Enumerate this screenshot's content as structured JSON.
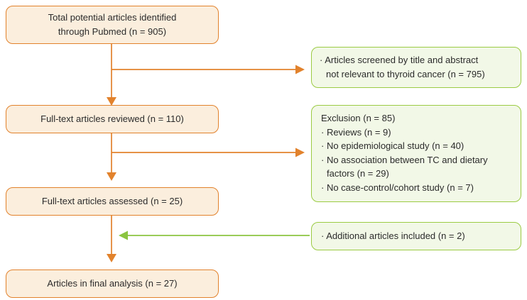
{
  "colors": {
    "orange_border": "#E2822C",
    "orange_fill": "#FBEEDD",
    "arrow_orange": "#E2822C",
    "green_border": "#9BCB43",
    "green_fill": "#F2F8E7",
    "arrow_green": "#8BC540",
    "text": "#2b2b2b"
  },
  "flow": {
    "identified": "Total potential articles identified\nthrough Pubmed (n = 905)",
    "reviewed": "Full-text articles reviewed (n = 110)",
    "assessed": "Full-text articles assessed (n = 25)",
    "final": "Articles in final analysis (n = 27)"
  },
  "side": {
    "screened": "· Articles screened by title and abstract\nnot relevant to thyroid cancer (n = 795)",
    "exclusion": {
      "title": "Exclusion (n = 85)",
      "items": [
        "· Reviews (n = 9)",
        "· No epidemiological study (n = 40)",
        "· No association between TC and dietary\nfactors (n = 29)",
        "· No case-control/cohort study (n = 7)"
      ]
    },
    "additional": "· Additional articles included (n = 2)"
  }
}
